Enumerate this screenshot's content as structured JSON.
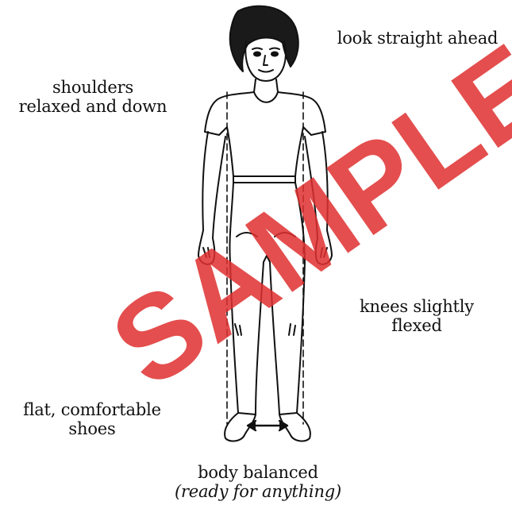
{
  "labels": {
    "look": "look straight ahead",
    "shoulders": [
      "shoulders",
      "relaxed and down"
    ],
    "knees": [
      "knees slightly",
      "flexed"
    ],
    "shoes": [
      "flat, comfortable",
      "shoes"
    ],
    "body": [
      "body balanced",
      "(ready for anything)"
    ]
  },
  "watermark": "SAMPLE",
  "colors": {
    "ink": "#111111",
    "watermark": "#e03030",
    "background": "#ffffff"
  }
}
